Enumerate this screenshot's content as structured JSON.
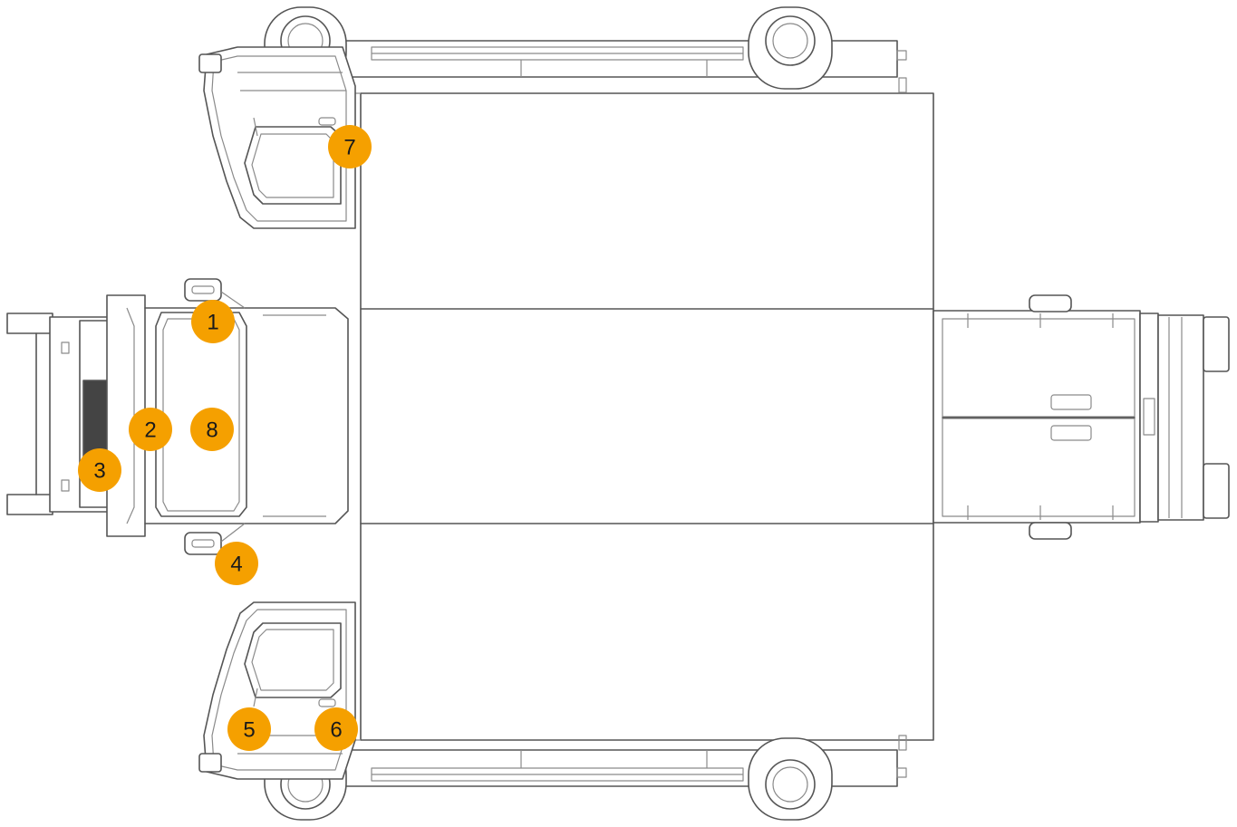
{
  "colors": {
    "marker": "#F5A000",
    "line": "#555555"
  },
  "markers": [
    {
      "label": "1"
    },
    {
      "label": "2"
    },
    {
      "label": "3"
    },
    {
      "label": "4"
    },
    {
      "label": "5"
    },
    {
      "label": "6"
    },
    {
      "label": "7"
    },
    {
      "label": "8"
    }
  ]
}
